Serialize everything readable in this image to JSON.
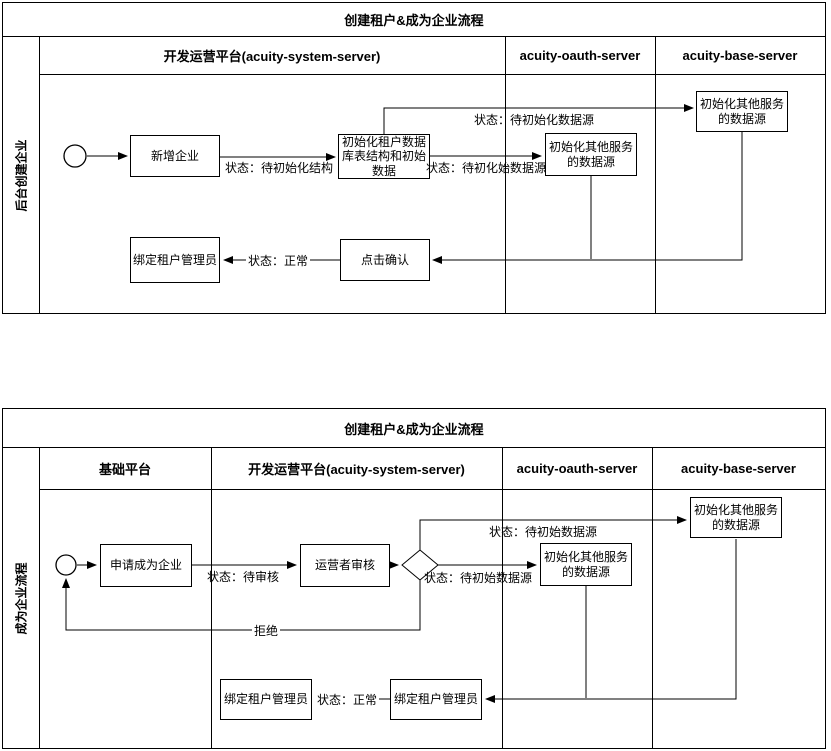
{
  "colors": {
    "line": "#000000",
    "background": "#ffffff"
  },
  "pool1": {
    "title": "创建租户&成为企业流程",
    "lane_label": "后台创建企业",
    "columns": [
      "开发运营平台(acuity-system-server)",
      "acuity-oauth-server",
      "acuity-base-server"
    ],
    "nodes": {
      "add_enterprise": "新增企业",
      "init_tenant_db": "初始化租户数据库表结构和初始数据",
      "init_oauth_ds": "初始化其他服务的数据源",
      "init_base_ds": "初始化其他服务的数据源",
      "click_confirm": "点击确认",
      "bind_admin": "绑定租户管理员"
    },
    "edge_labels": {
      "to_init_structure": "状态：待初始化结构",
      "to_base_ds": "状态：待初始化数据源",
      "to_oauth_ds": "状态：待初化始数据源",
      "to_bind_admin": "状态：正常"
    }
  },
  "pool2": {
    "title": "创建租户&成为企业流程",
    "lane_label": "成为企业流程",
    "columns": [
      "基础平台",
      "开发运营平台(acuity-system-server)",
      "acuity-oauth-server",
      "acuity-base-server"
    ],
    "nodes": {
      "apply_enterprise": "申请成为企业",
      "operator_review": "运营者审核",
      "init_oauth_ds": "初始化其他服务的数据源",
      "init_base_ds": "初始化其他服务的数据源",
      "bind_admin_sys": "绑定租户管理员",
      "bind_admin_base": "绑定租户管理员"
    },
    "edge_labels": {
      "to_review": "状态：待审核",
      "to_base_ds": "状态：待初始数据源",
      "to_oauth_ds": "状态：待初始数据源",
      "reject": "拒绝",
      "to_bind_admin": "状态：正常"
    }
  }
}
